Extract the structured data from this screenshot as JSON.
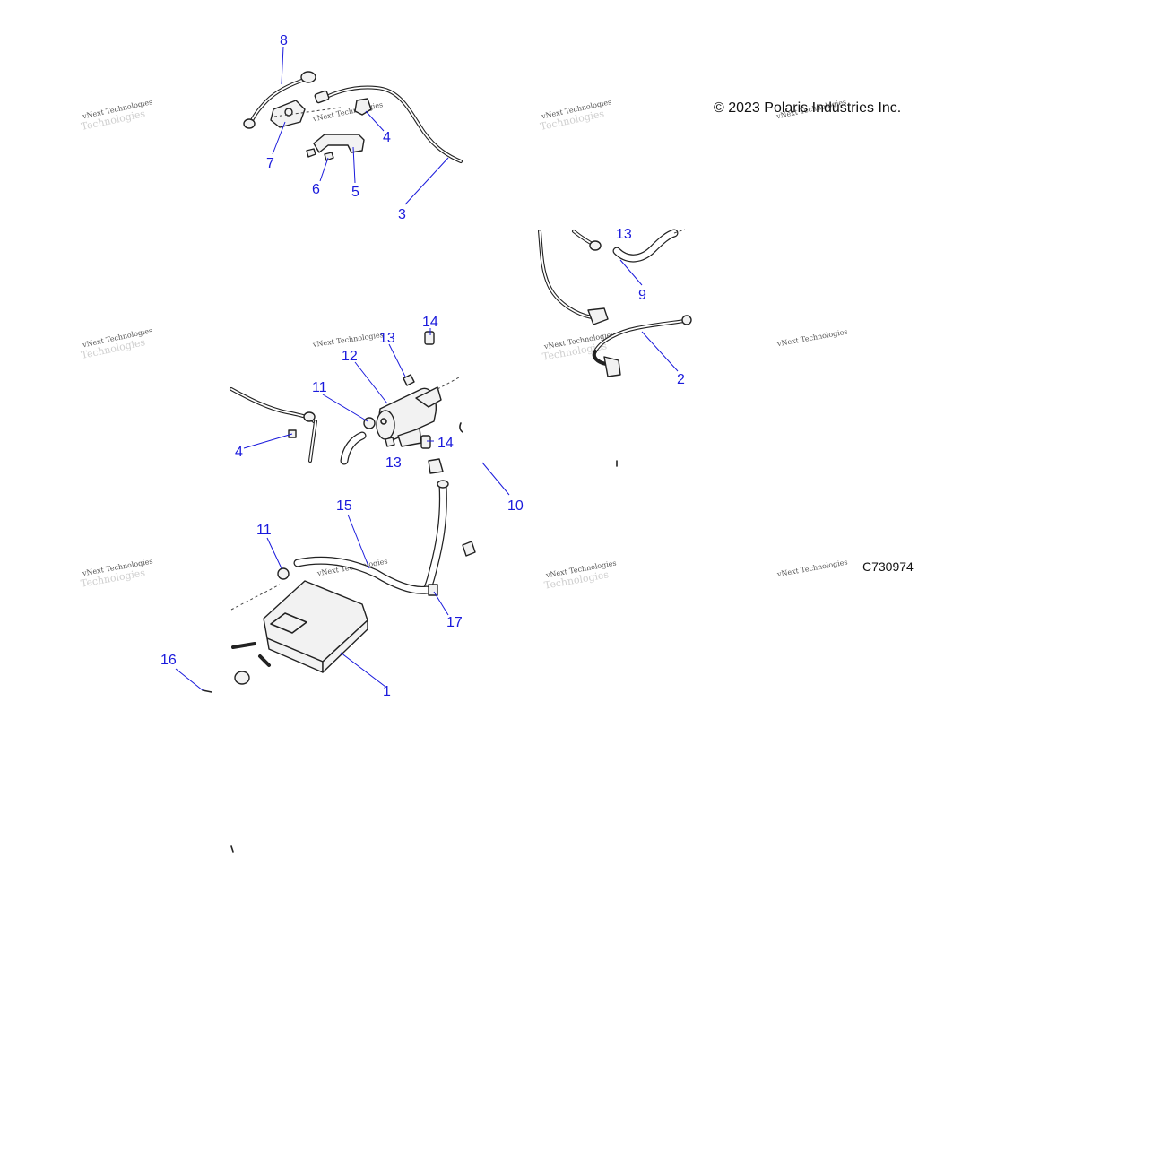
{
  "copyright": "© 2023 Polaris Industries Inc.",
  "figure_id": "C730974",
  "watermark": "vNext Technologies",
  "callouts": [
    {
      "id": "c8",
      "label": "8"
    },
    {
      "id": "c4a",
      "label": "4"
    },
    {
      "id": "c7",
      "label": "7"
    },
    {
      "id": "c6",
      "label": "6"
    },
    {
      "id": "c5",
      "label": "5"
    },
    {
      "id": "c3",
      "label": "3"
    },
    {
      "id": "c13a",
      "label": "13"
    },
    {
      "id": "c9",
      "label": "9"
    },
    {
      "id": "c2",
      "label": "2"
    },
    {
      "id": "c14a",
      "label": "14"
    },
    {
      "id": "c13b",
      "label": "13"
    },
    {
      "id": "c12",
      "label": "12"
    },
    {
      "id": "c11a",
      "label": "11"
    },
    {
      "id": "c4b",
      "label": "4"
    },
    {
      "id": "c14b",
      "label": "14"
    },
    {
      "id": "c13c",
      "label": "13"
    },
    {
      "id": "c10",
      "label": "10"
    },
    {
      "id": "c15",
      "label": "15"
    },
    {
      "id": "c11b",
      "label": "11"
    },
    {
      "id": "c17",
      "label": "17"
    },
    {
      "id": "c16",
      "label": "16"
    },
    {
      "id": "c1",
      "label": "1"
    }
  ]
}
